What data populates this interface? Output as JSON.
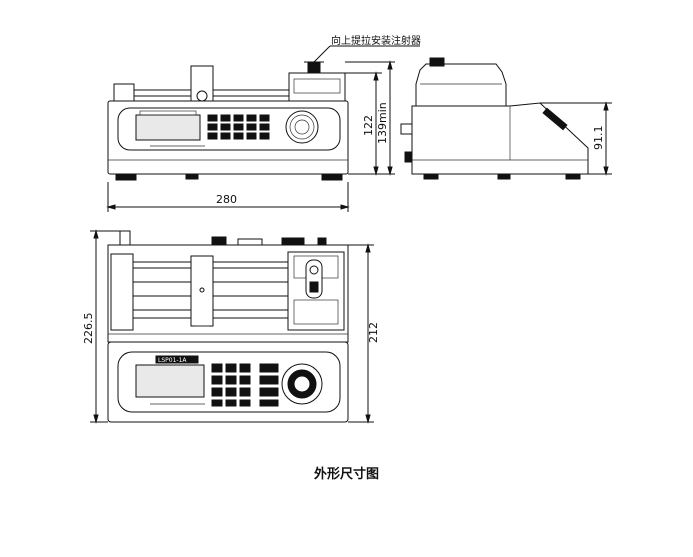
{
  "annotation": {
    "label": "向上提拉安装注射器"
  },
  "dimensions": {
    "front_width": "280",
    "front_height_body": "122",
    "front_height_total": "139min",
    "side_height": "91.1",
    "top_depth_total": "226.5",
    "top_depth_body": "212"
  },
  "panel": {
    "brand": "LSP01-1A"
  },
  "caption": "外形尺寸图",
  "colors": {
    "line": "#111111",
    "background": "#ffffff"
  }
}
